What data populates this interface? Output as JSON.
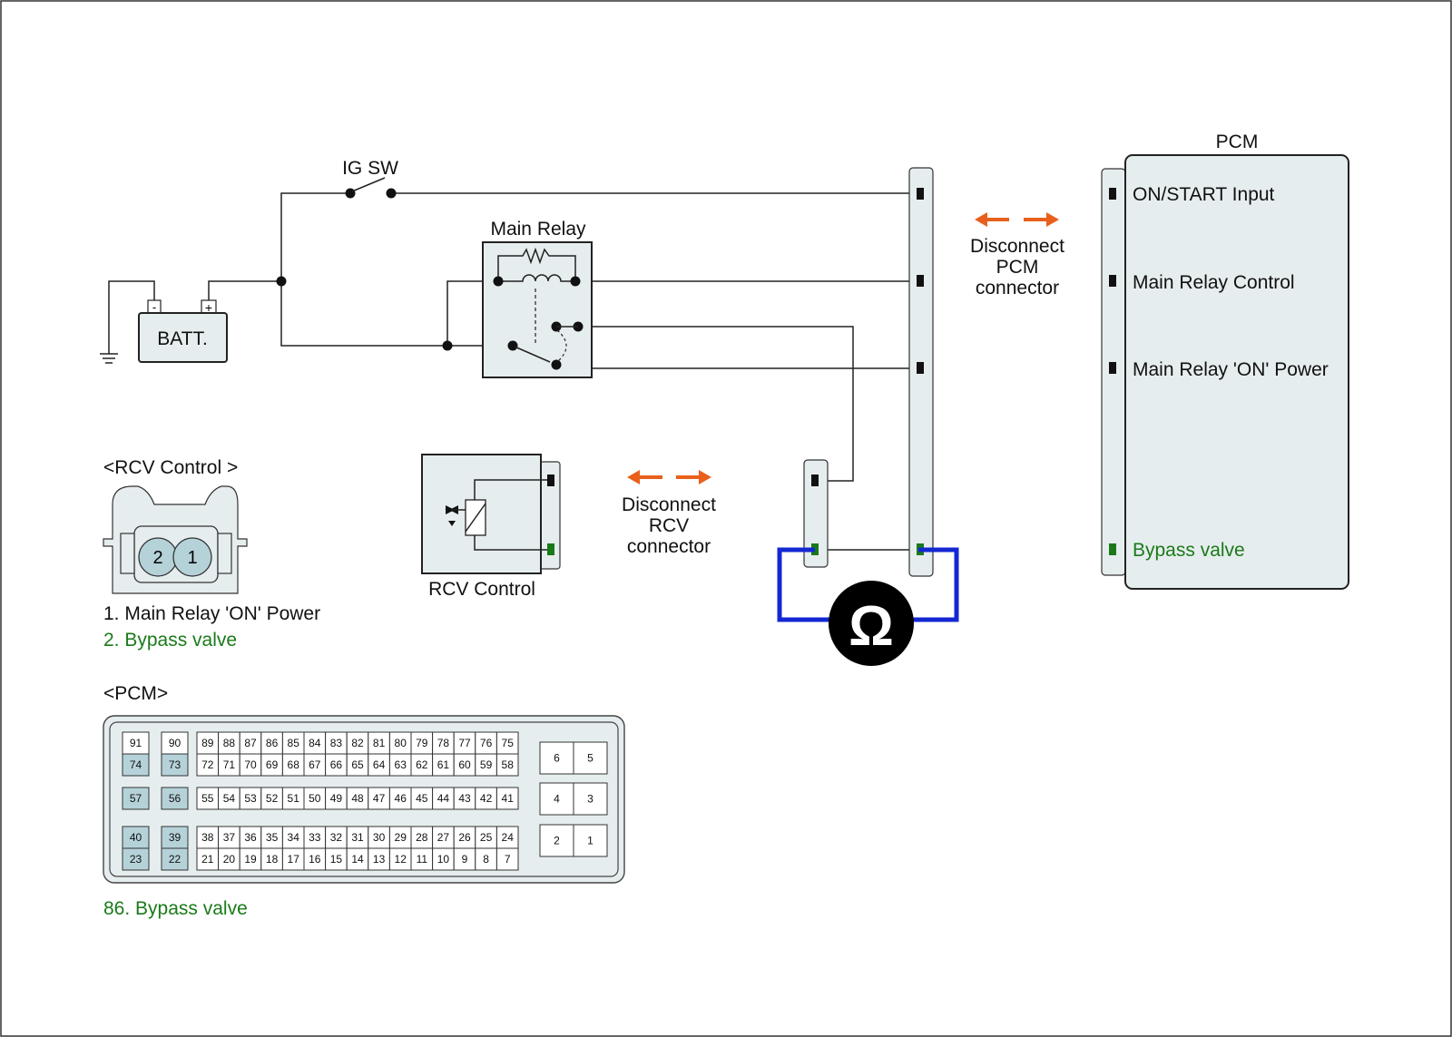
{
  "colors": {
    "accent_green": "#1a7a1a",
    "meter_blue": "#1428d2",
    "arrow_orange": "#e8601c",
    "panel_fill": "#e6edee",
    "pin_highlight": "#b5d2d9"
  },
  "labels": {
    "ig_sw": "IG SW",
    "batt": "BATT.",
    "batt_minus": "-",
    "batt_plus": "+",
    "main_relay": "Main Relay",
    "pcm_title": "PCM",
    "rcv_component": "RCV Control",
    "ohm_symbol": "Ω"
  },
  "pcm_inputs": [
    {
      "label": "ON/START Input",
      "pin_color": "black"
    },
    {
      "label": "Main Relay Control",
      "pin_color": "black"
    },
    {
      "label": "Main Relay 'ON' Power",
      "pin_color": "black"
    },
    {
      "label": "Bypass valve",
      "pin_color": "green"
    }
  ],
  "disconnect_pcm": [
    "Disconnect",
    "PCM",
    "connector"
  ],
  "disconnect_rcv": [
    "Disconnect",
    "RCV",
    "connector"
  ],
  "rcv_connector": {
    "title": "<RCV Control >",
    "pin_left": "2",
    "pin_right": "1",
    "legend": [
      {
        "text": "1. Main Relay 'ON' Power",
        "color": "#111111"
      },
      {
        "text": "2. Bypass valve",
        "color": "#1a7a1a"
      }
    ]
  },
  "pcm_connector": {
    "title": "<PCM>",
    "legend": "86. Bypass valve",
    "col_a": [
      "91",
      "74",
      "57",
      "40",
      "23"
    ],
    "col_b": [
      "90",
      "73",
      "56",
      "39",
      "22"
    ],
    "rows": [
      [
        "89",
        "88",
        "87",
        "86",
        "85",
        "84",
        "83",
        "82",
        "81",
        "80",
        "79",
        "78",
        "77",
        "76",
        "75"
      ],
      [
        "72",
        "71",
        "70",
        "69",
        "68",
        "67",
        "66",
        "65",
        "64",
        "63",
        "62",
        "61",
        "60",
        "59",
        "58"
      ],
      [
        "55",
        "54",
        "53",
        "52",
        "51",
        "50",
        "49",
        "48",
        "47",
        "46",
        "45",
        "44",
        "43",
        "42",
        "41"
      ],
      [
        "38",
        "37",
        "36",
        "35",
        "34",
        "33",
        "32",
        "31",
        "30",
        "29",
        "28",
        "27",
        "26",
        "25",
        "24"
      ],
      [
        "21",
        "20",
        "19",
        "18",
        "17",
        "16",
        "15",
        "14",
        "13",
        "12",
        "11",
        "10",
        "9",
        "8",
        "7"
      ]
    ],
    "side_pins": [
      [
        "6",
        "5"
      ],
      [
        "4",
        "3"
      ],
      [
        "2",
        "1"
      ]
    ]
  }
}
